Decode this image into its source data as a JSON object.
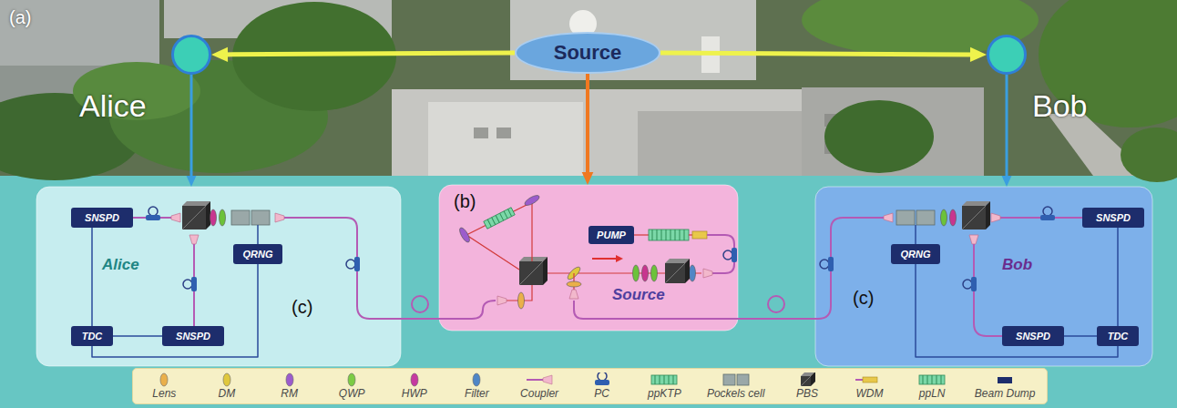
{
  "diagram": {
    "nodes": [
      {
        "text": [
          "Alice"
        ]
      },
      {
        "text": [
          "Source"
        ]
      },
      {
        "text": [
          "Bob"
        ]
      },
      {
        "text": [
          "Alice",
          "(c)"
        ]
      },
      {
        "text": [
          "SNSPD"
        ],
        "in": 3
      },
      {
        "text": [
          "QRNG"
        ],
        "in": 3
      },
      {
        "text": [
          "TDC"
        ],
        "in": 3
      },
      {
        "text": [
          "SNSPD"
        ],
        "in": 3
      },
      {
        "text": [
          "(b)",
          "Source"
        ]
      },
      {
        "text": [
          "PUMP"
        ],
        "in": 8
      },
      {
        "text": [
          "Bob",
          "(c)"
        ]
      },
      {
        "text": [
          "SNSPD"
        ],
        "in": 10
      },
      {
        "text": [
          "QRNG"
        ],
        "in": 10
      },
      {
        "text": [
          "SNSPD"
        ],
        "in": 10
      },
      {
        "text": [
          "TDC"
        ],
        "in": 10
      }
    ],
    "edges": [
      {
        "from": 1,
        "to": 0,
        "arrow": "to"
      },
      {
        "from": 1,
        "to": 2,
        "arrow": "to"
      },
      {
        "from": 1,
        "to": 8,
        "arrow": "to"
      },
      {
        "from": 0,
        "to": 3,
        "arrow": "to"
      },
      {
        "from": 2,
        "to": 10,
        "arrow": "to"
      },
      {
        "from": 8,
        "to": 3,
        "arrow": "none"
      },
      {
        "from": 8,
        "to": 10,
        "arrow": "none"
      },
      {
        "from": 4,
        "to": 6,
        "arrow": "none"
      },
      {
        "from": 6,
        "to": 7,
        "arrow": "none"
      },
      {
        "from": 5,
        "to": 6,
        "arrow": "none"
      },
      {
        "from": 11,
        "to": 14,
        "arrow": "none"
      },
      {
        "from": 14,
        "to": 13,
        "arrow": "none"
      },
      {
        "from": 12,
        "to": 14,
        "arrow": "none"
      }
    ],
    "labels": [
      "(a)"
    ],
    "legend": [
      {
        "text": "Lens"
      },
      {
        "text": "DM"
      },
      {
        "text": "RM"
      },
      {
        "text": "QWP"
      },
      {
        "text": "HWP"
      },
      {
        "text": "Filter"
      },
      {
        "text": "Coupler"
      },
      {
        "text": "PC"
      },
      {
        "text": "ppKTP"
      },
      {
        "text": "Pockels cell"
      },
      {
        "text": "PBS"
      },
      {
        "text": "WDM"
      },
      {
        "text": "ppLN"
      },
      {
        "text": "Beam Dump"
      }
    ]
  }
}
